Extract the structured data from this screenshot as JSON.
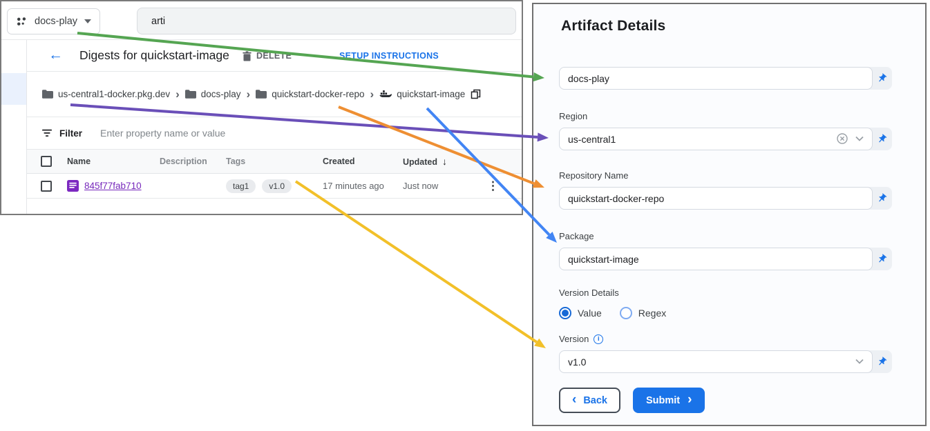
{
  "console": {
    "project_picker": {
      "label": "docs-play"
    },
    "search": {
      "value": "arti"
    },
    "page_header": {
      "title": "Digests for quickstart-image",
      "delete_label": "DELETE",
      "setup_instructions_label": "SETUP INSTRUCTIONS"
    },
    "breadcrumb": {
      "registry_host": "us-central1-docker.pkg.dev",
      "project": "docs-play",
      "repository": "quickstart-docker-repo",
      "package": "quickstart-image"
    },
    "filter": {
      "label": "Filter",
      "placeholder": "Enter property name or value"
    },
    "table": {
      "headers": {
        "name": "Name",
        "description": "Description",
        "tags": "Tags",
        "created": "Created",
        "updated": "Updated"
      },
      "row": {
        "digest": "845f77fab710",
        "tags": [
          "tag1",
          "v1.0"
        ],
        "created": "17 minutes ago",
        "updated": "Just now"
      }
    }
  },
  "panel": {
    "title": "Artifact Details",
    "project_field": {
      "value": "docs-play"
    },
    "region_field": {
      "label": "Region",
      "value": "us-central1"
    },
    "repository_field": {
      "label": "Repository Name",
      "value": "quickstart-docker-repo"
    },
    "package_field": {
      "label": "Package",
      "value": "quickstart-image"
    },
    "version_details": {
      "label": "Version Details",
      "options": [
        "Value",
        "Regex"
      ],
      "selected": "Value"
    },
    "version_field": {
      "label": "Version",
      "value": "v1.0"
    },
    "back_button": {
      "label": "Back"
    },
    "submit_button": {
      "label": "Submit"
    }
  },
  "icons": {
    "back_arrow": "←",
    "breadcrumb_chevron": "›",
    "sort_desc_arrow": "↓",
    "overflow_menu": "⋮",
    "back_chevron": "‹",
    "submit_chevron": "›",
    "info": "i"
  },
  "colors": {
    "accent_blue": "#1a73e8",
    "link_purple": "#7627bb",
    "arrow_green": "#55a552",
    "arrow_purple": "#6a4fb8",
    "arrow_orange": "#ee8f33",
    "arrow_blue": "#4285f4",
    "arrow_yellow": "#f2c029"
  }
}
